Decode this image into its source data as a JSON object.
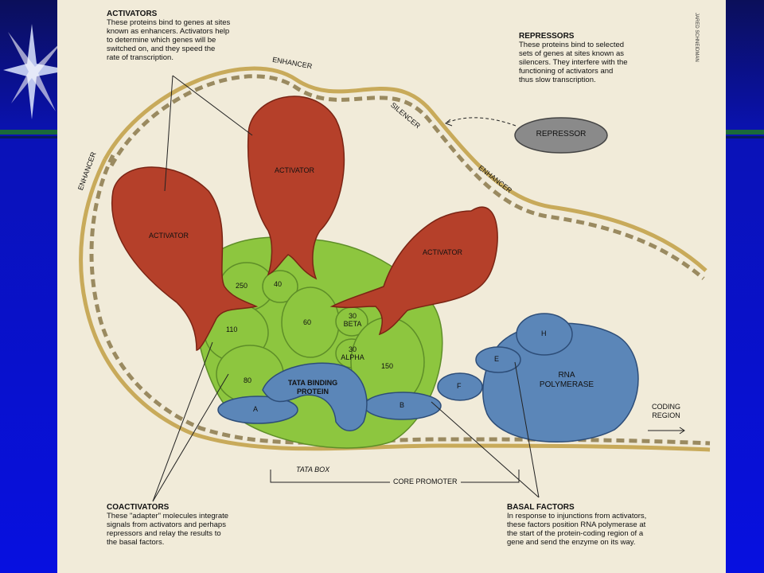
{
  "credit": "JARED SCHNEIDMAN",
  "activators": {
    "heading": "ACTIVATORS",
    "lines": [
      "These proteins bind to genes at sites",
      "known as enhancers. Activators help",
      "to determine which genes will be",
      "switched on, and they speed the",
      "rate of transcription."
    ]
  },
  "repressors": {
    "heading": "REPRESSORS",
    "lines": [
      "These proteins bind to selected",
      "sets of genes at sites known as",
      "silencers. They interfere with the",
      "functioning of activators and",
      "thus slow transcription."
    ]
  },
  "coactivators": {
    "heading": "COACTIVATORS",
    "lines": [
      "These \"adapter\" molecules integrate",
      "signals from activators and perhaps",
      "repressors and relay the results to",
      "the basal factors."
    ]
  },
  "basal_factors": {
    "heading": "BASAL FACTORS",
    "lines": [
      "In response to injunctions from activators,",
      "these factors position RNA polymerase at",
      "the start of the protein-coding region of a",
      "gene and send the enzyme on its way."
    ]
  },
  "labels": {
    "enhancer": "ENHANCER",
    "silencer": "SILENCER",
    "repressor": "REPRESSOR",
    "activator": "ACTIVATOR",
    "rna_pol": "RNA",
    "rna_pol2": "POLYMERASE",
    "tata_bp1": "TATA BINDING",
    "tata_bp2": "PROTEIN",
    "tata_box": "TATA BOX",
    "core_promoter": "CORE PROMOTER",
    "coding1": "CODING",
    "coding2": "REGION",
    "n250": "250",
    "n40": "40",
    "n110": "110",
    "n60": "60",
    "n80": "80",
    "n150": "150",
    "beta30": "30",
    "beta": "BETA",
    "alpha30": "30",
    "alpha": "ALPHA",
    "fA": "A",
    "fB": "B",
    "fE": "E",
    "fF": "F",
    "fH": "H"
  },
  "colors": {
    "activator": "#b5402a",
    "coactivator": "#8dc63f",
    "basal": "#5b86b8",
    "repressor": "#8a8a8a",
    "background": "#0a10c8",
    "paper": "#f1ebd9"
  }
}
